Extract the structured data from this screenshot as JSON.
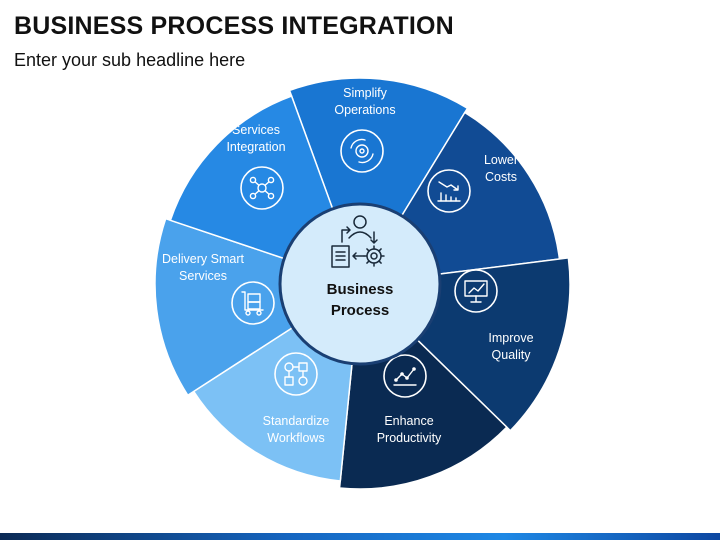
{
  "title": "BUSINESS PROCESS INTEGRATION",
  "subtitle": "Enter your sub headline here",
  "center": {
    "line1": "Business",
    "line2": "Process",
    "icon": "person-gear-document-icon",
    "fill": "#d4ebfb",
    "stroke": "#1a3f73"
  },
  "segments": [
    {
      "id": "simplify-operations",
      "lines": [
        "Simplify",
        "Operations"
      ],
      "icon": "target-cycle-icon",
      "color": "#1976d2"
    },
    {
      "id": "lower-costs",
      "lines": [
        "Lower",
        "Costs"
      ],
      "icon": "declining-bar-chart-icon",
      "color": "#114b94"
    },
    {
      "id": "improve-quality",
      "lines": [
        "Improve",
        "Quality"
      ],
      "icon": "presentation-chart-icon",
      "color": "#0c3a70"
    },
    {
      "id": "enhance-productivity",
      "lines": [
        "Enhance",
        "Productivity"
      ],
      "icon": "line-chart-icon",
      "color": "#0a2a52"
    },
    {
      "id": "standardize-workflows",
      "lines": [
        "Standardize",
        "Workflows"
      ],
      "icon": "workflow-icon",
      "color": "#7cc1f5"
    },
    {
      "id": "delivery-smart-services",
      "lines": [
        "Delivery Smart",
        "Services"
      ],
      "icon": "delivery-cart-icon",
      "color": "#4aa2ec"
    },
    {
      "id": "services-integration",
      "lines": [
        "Services",
        "Integration"
      ],
      "icon": "network-hub-icon",
      "color": "#2689e4"
    }
  ]
}
